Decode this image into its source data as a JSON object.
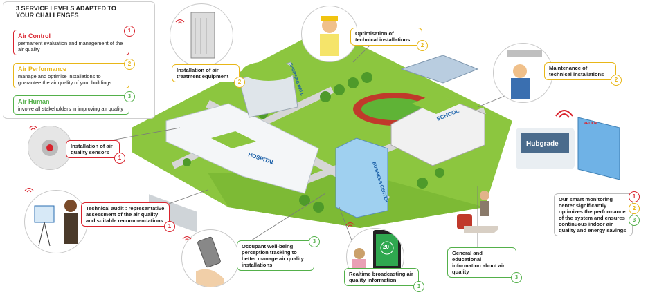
{
  "legend": {
    "title": "3 SERVICE LEVELS ADAPTED TO YOUR CHALLENGES",
    "levels": [
      {
        "name": "Air Control",
        "desc": "permanent evaluation and management of the air quality",
        "badge": "1",
        "color": "#d9232d"
      },
      {
        "name": "Air Performance",
        "desc": "manage and optimise installations to guarantee the air quality of your buildings",
        "badge": "2",
        "color": "#e8b617"
      },
      {
        "name": "Air Human",
        "desc": "involve all stakeholders in improving air quality",
        "badge": "3",
        "color": "#53b04a"
      }
    ]
  },
  "buildings": {
    "hospital": "HOSPITAL",
    "mall": "SHOPPING MALL",
    "school": "SCHOOL",
    "business": "BUSINESS CENTER",
    "hubgrade": "Hubgrade",
    "veolia": "VEOLIA"
  },
  "tablet": {
    "value": "20"
  },
  "callouts": {
    "treatment": {
      "text": "Installation of air treatment equipment",
      "badge": "2"
    },
    "optimisation": {
      "text": "Optimisation of technical installations",
      "badge": "2"
    },
    "maintenance": {
      "text": "Maintenance of technical installations",
      "badge": "2"
    },
    "sensors": {
      "text": "Installation of air quality sensors",
      "badge": "1"
    },
    "audit": {
      "text": "Technical audit : representative assessment of the air quality and suitable recommendations",
      "badge": "1"
    },
    "wellbeing": {
      "text": "Occupant well-being perception tracking to better manage air quality installations",
      "badge": "3"
    },
    "broadcast": {
      "text": "Realtime broadcasting air quality information",
      "badge": "3"
    },
    "education": {
      "text": "General and educational information about air quality",
      "badge": "3"
    },
    "monitoring": {
      "text": "Our smart monitoring center significantly optimizes the performance of the system and ensures continuous indoor air quality and energy savings",
      "badges": [
        "1",
        "2",
        "3"
      ]
    }
  }
}
